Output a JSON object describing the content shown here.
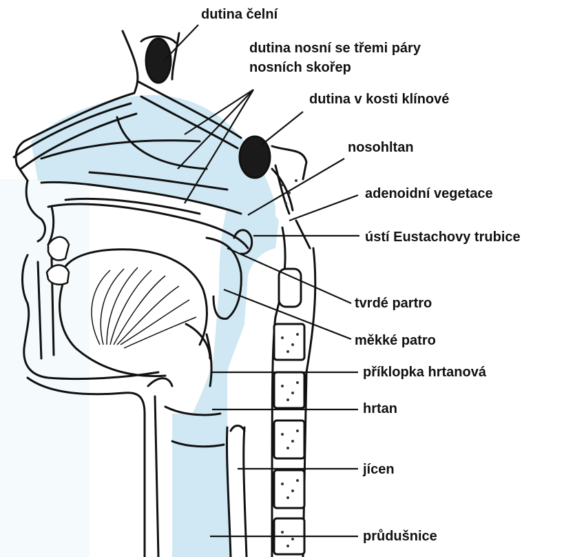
{
  "labels": {
    "frontal_sinus": "dutina čelní",
    "nasal_cavity_line1": "dutina nosní se třemi páry",
    "nasal_cavity_line2": "nosních skořep",
    "sphenoid_sinus": "dutina v kosti klínové",
    "nasopharynx": "nosohltan",
    "adenoids": "adenoidní vegetace",
    "eustachian_opening": "ústí Eustachovy trubice",
    "hard_palate": "tvrdé partro",
    "soft_palate": "měkké patro",
    "epiglottis": "příklopka hrtanová",
    "larynx": "hrtan",
    "esophagus": "jícen",
    "trachea": "průdušnice"
  },
  "colors": {
    "airway_fill": "#cfe8f3",
    "tissue_fill": "#ffffff",
    "outline": "#111111",
    "sinus_fill": "#1a1a1a",
    "text": "#111111"
  }
}
